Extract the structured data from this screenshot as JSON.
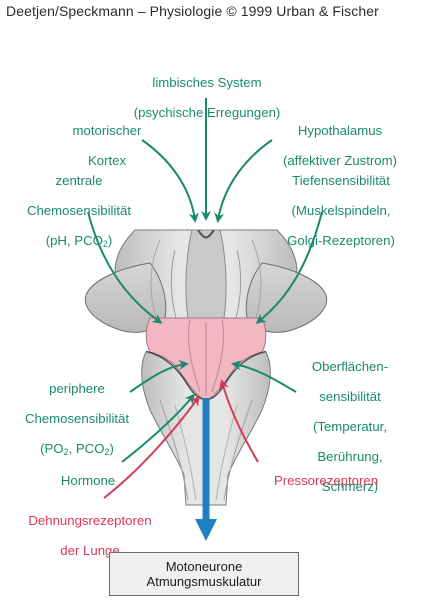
{
  "header": "Deetjen/Speckmann – Physiologie © 1999 Urban & Fischer",
  "labels": {
    "limbic_line1": "limbisches System",
    "limbic_line2": "(psychische Erregungen)",
    "motor_line1": "motorischer",
    "motor_line2": "Kortex",
    "hypo_line1": "Hypothalamus",
    "hypo_line2": "(affektiver Zustrom)",
    "central_line1": "zentrale",
    "central_line2": "Chemosensibilität",
    "central_line3_a": "(pH, PCO",
    "central_line3_sub": "2",
    "central_line3_b": ")",
    "deep_line1": "Tiefensensibilität",
    "deep_line2": "(Muskelspindeln,",
    "deep_line3": "Golgi-Rezeptoren)",
    "peripheral_line1": "periphere",
    "peripheral_line2": "Chemosensibilität",
    "peripheral_line3_a": "(PO",
    "peripheral_line3_sub1": "2",
    "peripheral_line3_b": ", PCO",
    "peripheral_line3_sub2": "2",
    "peripheral_line3_c": ")",
    "surface_line1": "Oberflächen-",
    "surface_line2": "sensibilität",
    "surface_line3": "(Temperatur,",
    "surface_line4": "Berührung,",
    "surface_line5": "Schmerz)",
    "hormones": "Hormone",
    "pressure": "Pressorezeptoren",
    "stretch_line1": "Dehnungsrezeptoren",
    "stretch_line2": "der Lunge"
  },
  "target": {
    "line1": "Motoneurone",
    "line2": "Atmungsmuskulatur"
  },
  "colors": {
    "green": "#1a8a6e",
    "red": "#d83a5a",
    "blue": "#1f7fc0",
    "pink": "#f2b7c2"
  }
}
